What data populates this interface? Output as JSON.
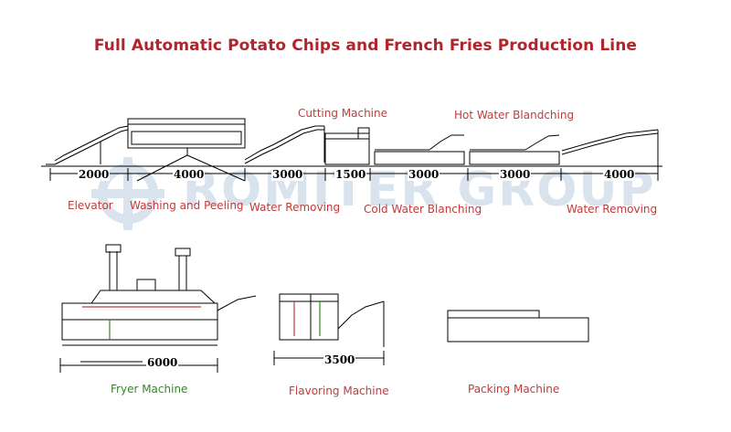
{
  "diagram": {
    "title": "Full Automatic Potato Chips and French Fries Production Line",
    "watermark": "ROMITER GROUP",
    "colors": {
      "title": "#b3232a",
      "label_red": "#c23a3a",
      "label_green": "#2e8a1f",
      "watermark": "#b9cde0"
    },
    "top_labels": {
      "cutting_machine": "Cutting Machine",
      "hot_water_blanching": "Hot Water Blandching"
    },
    "row1_labels": {
      "elevator": "Elevator",
      "washing_peeling": "Washing and Peeling",
      "water_removing_1": "Water Removing",
      "cold_water_blanching": "Cold Water Blanching",
      "water_removing_2": "Water Removing"
    },
    "row1_dimensions": [
      "2000",
      "4000",
      "3000",
      "1500",
      "3000",
      "3000",
      "4000"
    ],
    "row2_labels": {
      "fryer_machine": "Fryer Machine",
      "flavoring_machine": "Flavoring Machine",
      "packing_machine": "Packing Machine"
    },
    "row2_dimensions": [
      "6000",
      "3500"
    ]
  }
}
